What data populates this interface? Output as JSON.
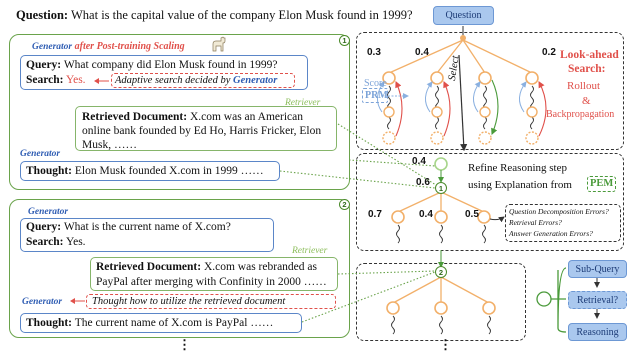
{
  "question": {
    "prefix": "Question:",
    "text": "What is the capital value of the company Elon Musk found in 1999?",
    "button": "Question"
  },
  "panel1": {
    "number": "1",
    "title_a": "Generator",
    "title_b": "after Post-training Scaling",
    "query_label": "Query:",
    "query_text": "What company did Elon Musk found in 1999?",
    "search_label": "Search:",
    "search_value": "Yes.",
    "adaptive_a": "Adaptive search decided by",
    "adaptive_b": "Generator",
    "retriever_label": "Retriever",
    "doc_label": "Retrieved Document:",
    "doc_line1": "X.com was an American",
    "doc_line2": "online bank founded by Ed Ho, Harris Fricker, Elon",
    "doc_line3": "Musk, ……",
    "generator_label": "Generator",
    "thought_label": "Thought:",
    "thought_text": "Elon Musk founded X.com in 1999 ……"
  },
  "panel2": {
    "number": "2",
    "generator_label": "Generator",
    "query_label": "Query:",
    "query_text": "What is the current name of X.com?",
    "search_label": "Search:",
    "search_value": "Yes.",
    "retriever_label": "Retriever",
    "doc_label": "Retrieved Document:",
    "doc_line1": "X.com was rebranded as",
    "doc_line2": "PayPal after merging with Confinity in 2000 ……",
    "generator_label2": "Generator",
    "utilize_text": "Thought how to utilize the retrieved document",
    "thought_label": "Thought:",
    "thought_text": "The current name of X.com is PayPal ……",
    "ellipsis": "⋮"
  },
  "tree": {
    "score_03": "0.3",
    "score_04_top": "0.4",
    "score_02": "0.2",
    "score_label": "Score",
    "prm": "PRM",
    "select": "Select",
    "lookahead_title": "Look-ahead",
    "lookahead_title2": "Search:",
    "rollout": "Rollout",
    "amp": "&",
    "backprop": "Backpropagation",
    "score_04_mid": "0.4",
    "score_06": "0.6",
    "refine_line1": "Refine Reasoning step",
    "refine_line2": "using Explanation from",
    "pem": "PEM",
    "node1": "1",
    "node2": "2",
    "score_07": "0.7",
    "score_04_low": "0.4",
    "score_05": "0.5",
    "error1": "Question Decomposition Errors?",
    "error2": "Retrieval Errors?",
    "error3": "Answer Generation Errors?",
    "ellipsis": "⋮"
  },
  "legend": {
    "subquery": "Sub-Query",
    "retrieval": "Retrieval?",
    "reasoning": "Reasoning"
  },
  "colors": {
    "panel_green": "#6aa34b",
    "generator_blue": "#2f5db3",
    "retriever_green": "#8bbd5a",
    "lookahead_red": "#e0504a",
    "node_orange": "#f2b06a",
    "pill_blue": "#aac8ee"
  }
}
